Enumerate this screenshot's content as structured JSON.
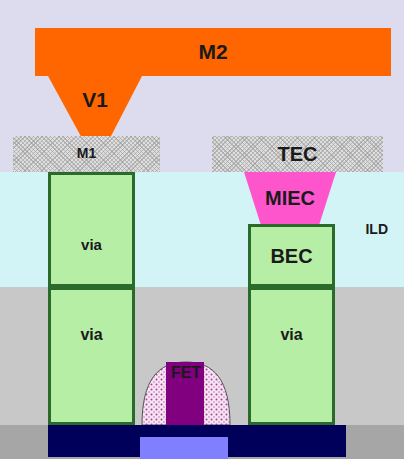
{
  "diagram": {
    "nodes": [
      {
        "text": [
          "M2"
        ]
      },
      {
        "text": [
          "V1"
        ]
      },
      {
        "text": [
          "M1"
        ]
      },
      {
        "text": [
          "TEC"
        ]
      },
      {
        "text": [
          "MIEC"
        ]
      },
      {
        "text": [
          "ILD"
        ]
      },
      {
        "text": [
          "via"
        ]
      },
      {
        "text": [
          "BEC"
        ]
      },
      {
        "text": [
          "via"
        ]
      },
      {
        "text": [
          "FET"
        ]
      },
      {
        "text": [
          "via"
        ]
      }
    ]
  }
}
